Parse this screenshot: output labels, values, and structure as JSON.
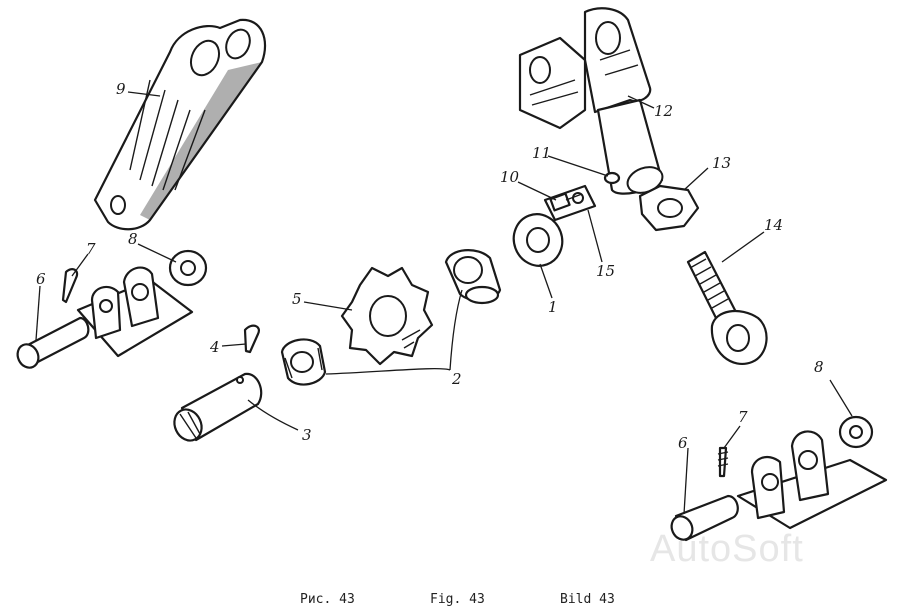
{
  "labels": {
    "n1": "1",
    "n2": "2",
    "n3": "3",
    "n4": "4",
    "n5": "5",
    "n6a": "6",
    "n6b": "6",
    "n7a": "7",
    "n7b": "7",
    "n8a": "8",
    "n8b": "8",
    "n9": "9",
    "n10": "10",
    "n11": "11",
    "n12": "12",
    "n13": "13",
    "n14": "14",
    "n15": "15"
  },
  "captions": {
    "ru": "Рис. 43",
    "en": "Fig. 43",
    "de": "Bild 43"
  },
  "watermark": "AutoSoft"
}
